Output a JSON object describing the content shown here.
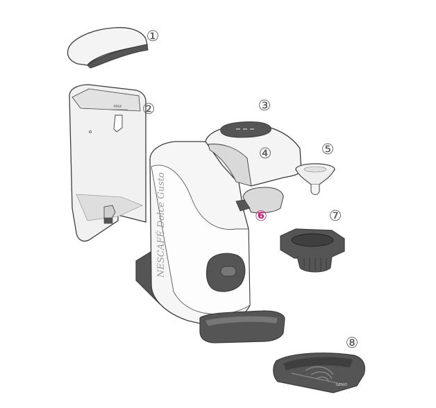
{
  "callouts": [
    {
      "id": "1",
      "label": "①"
    },
    {
      "id": "2",
      "label": "②"
    },
    {
      "id": "3",
      "label": "③"
    },
    {
      "id": "4",
      "label": "④"
    },
    {
      "id": "5",
      "label": "⑤"
    },
    {
      "id": "6",
      "label": "⑥",
      "highlight": true
    },
    {
      "id": "7",
      "label": "⑦"
    },
    {
      "id": "8",
      "label": "⑧"
    }
  ],
  "machine": {
    "brand_text": "NESCAFÉ Dolce Gusto",
    "tank_max_label": "MAX",
    "drip_tray_label": "GENIO"
  },
  "colors": {
    "outline": "#3c3c3c",
    "body_light": "#f4f4f4",
    "shade": "#d9d9d9",
    "dark_part": "#555555",
    "highlight": "#c0277a",
    "callout": "#555555"
  }
}
